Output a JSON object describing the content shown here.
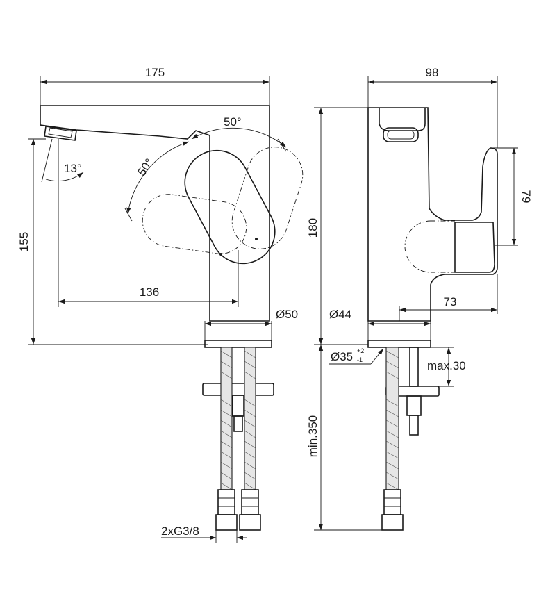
{
  "front_view": {
    "dims": {
      "width": "175",
      "height": "155",
      "reach": "136",
      "base_diameter": "Ø50",
      "lever_angle_right": "50°",
      "lever_angle_left": "50°",
      "spout_angle": "13°",
      "connection": "2xG3/8"
    }
  },
  "side_view": {
    "dims": {
      "width": "98",
      "height": "180",
      "lever_height": "79",
      "lever_offset": "73",
      "base_diameter": "Ø44",
      "hole_diameter": "Ø35",
      "hole_tol_upper": "+2",
      "hole_tol_lower": "-1",
      "max_thickness": "max.30",
      "hose_length": "min.350"
    }
  }
}
